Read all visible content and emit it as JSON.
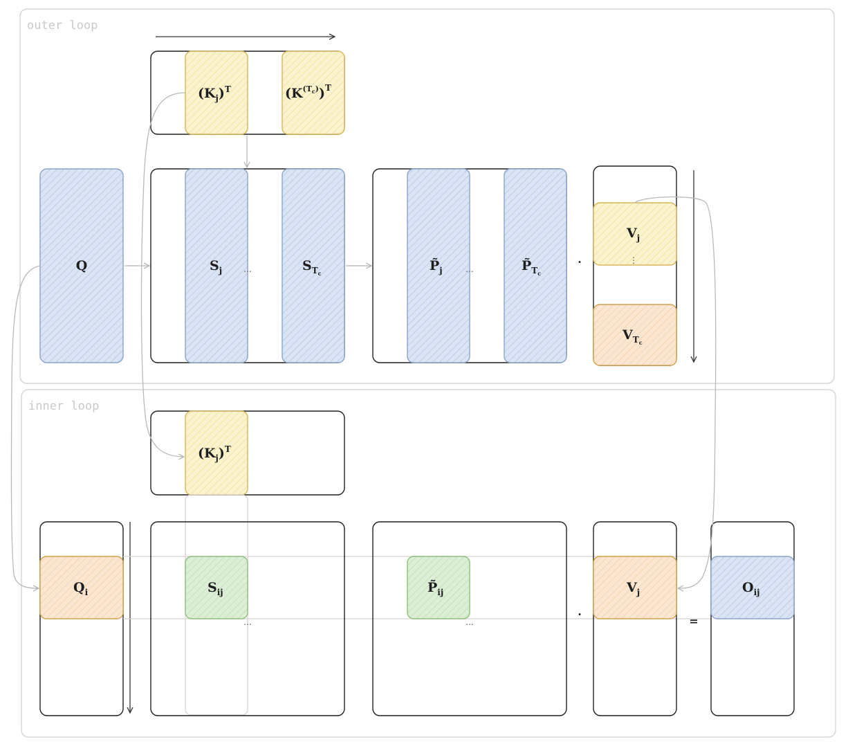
{
  "sections": {
    "outer": "outer loop",
    "inner": "inner loop"
  },
  "colors": {
    "blue_fill": "#dbe4f5",
    "blue_stroke": "#8aa3c9",
    "yellow_fill": "#fbf3cd",
    "yellow_stroke": "#d6b65a",
    "orange_fill": "#fbe6d2",
    "orange_stroke": "#d6a04a",
    "green_fill": "#dcefd6",
    "green_stroke": "#8cbf7c",
    "connector": "#b8b8b8",
    "frame": "#1e1e1e"
  },
  "outer": {
    "kj": "(K",
    "kj_sub": "j",
    "kj_sup": "T",
    "ktc": "(K",
    "ktc_sup_open": "(T",
    "ktc_sup_sub": "c",
    "ktc_sup_close": ")",
    "ktc_close": ")",
    "ktc_sup": "T",
    "q": "Q",
    "sj": "S",
    "sj_sub": "j",
    "stc": "S",
    "stc_sub": "T",
    "stc_subsub": "c",
    "s_dots": "...",
    "pj": "P̃",
    "pj_sub": "j",
    "ptc": "P̃",
    "ptc_sub": "T",
    "ptc_subsub": "c",
    "p_dots": "...",
    "dot_op": "·",
    "vj": "V",
    "vj_sub": "j",
    "v_dots": "⋮",
    "vtc": "V",
    "vtc_sub": "T",
    "vtc_subsub": "c"
  },
  "inner": {
    "kj": "(K",
    "kj_sub": "j",
    "kj_sup": "T",
    "qi": "Q",
    "qi_sub": "i",
    "sij": "S",
    "sij_sub": "ij",
    "s_dots": "...",
    "pij": "P̃",
    "pij_sub": "ij",
    "p_dots": "...",
    "dot_op": "·",
    "vj": "V",
    "vj_sub": "j",
    "eq": "=",
    "oij": "O",
    "oij_sub": "ij"
  }
}
